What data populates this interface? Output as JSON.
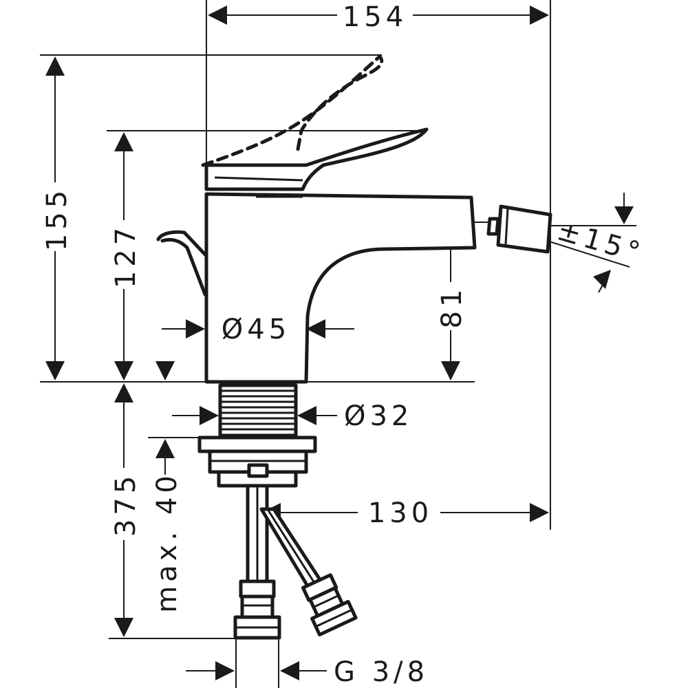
{
  "drawing": {
    "dimensions": {
      "overall_width": "154",
      "height_to_lever_raised": "155",
      "height_to_lever": "127",
      "body_diameter": "Ø45",
      "spout_height": "81",
      "spout_angle": "±15°",
      "shank_diameter": "Ø32",
      "shank_length": "375",
      "max_deck_thickness": "max. 40",
      "spout_reach": "130",
      "connection_thread": "G 3/8"
    }
  }
}
